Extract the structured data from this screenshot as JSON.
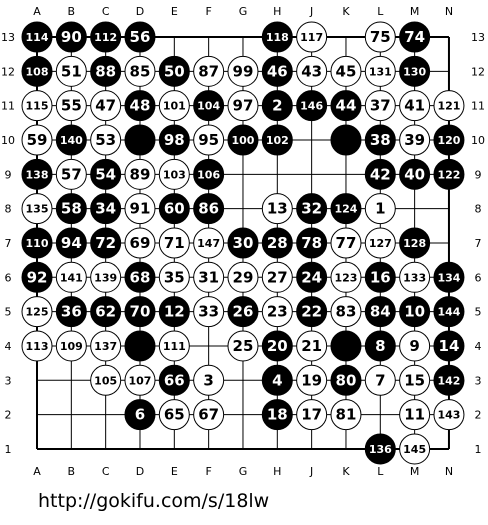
{
  "board": {
    "size": 13,
    "col_labels": [
      "A",
      "B",
      "C",
      "D",
      "E",
      "F",
      "G",
      "H",
      "J",
      "K",
      "L",
      "M",
      "N"
    ],
    "row_labels": [
      "13",
      "12",
      "11",
      "10",
      "9",
      "8",
      "7",
      "6",
      "5",
      "4",
      "3",
      "2",
      "1"
    ],
    "stones": [
      {
        "col": "A",
        "row": 13,
        "color": "black",
        "label": "114"
      },
      {
        "col": "B",
        "row": 13,
        "color": "black",
        "label": "90"
      },
      {
        "col": "C",
        "row": 13,
        "color": "black",
        "label": "112"
      },
      {
        "col": "D",
        "row": 13,
        "color": "black",
        "label": "56"
      },
      {
        "col": "H",
        "row": 13,
        "color": "black",
        "label": "118"
      },
      {
        "col": "J",
        "row": 13,
        "color": "white",
        "label": "117"
      },
      {
        "col": "L",
        "row": 13,
        "color": "white",
        "label": "75"
      },
      {
        "col": "M",
        "row": 13,
        "color": "black",
        "label": "74"
      },
      {
        "col": "A",
        "row": 12,
        "color": "black",
        "label": "108"
      },
      {
        "col": "B",
        "row": 12,
        "color": "white",
        "label": "51"
      },
      {
        "col": "C",
        "row": 12,
        "color": "black",
        "label": "88"
      },
      {
        "col": "D",
        "row": 12,
        "color": "white",
        "label": "85"
      },
      {
        "col": "E",
        "row": 12,
        "color": "black",
        "label": "50"
      },
      {
        "col": "F",
        "row": 12,
        "color": "white",
        "label": "87"
      },
      {
        "col": "G",
        "row": 12,
        "color": "white",
        "label": "99"
      },
      {
        "col": "H",
        "row": 12,
        "color": "black",
        "label": "46"
      },
      {
        "col": "J",
        "row": 12,
        "color": "white",
        "label": "43"
      },
      {
        "col": "K",
        "row": 12,
        "color": "white",
        "label": "45"
      },
      {
        "col": "L",
        "row": 12,
        "color": "white",
        "label": "131"
      },
      {
        "col": "M",
        "row": 12,
        "color": "black",
        "label": "130"
      },
      {
        "col": "A",
        "row": 11,
        "color": "white",
        "label": "115"
      },
      {
        "col": "B",
        "row": 11,
        "color": "white",
        "label": "55"
      },
      {
        "col": "C",
        "row": 11,
        "color": "white",
        "label": "47"
      },
      {
        "col": "D",
        "row": 11,
        "color": "black",
        "label": "48"
      },
      {
        "col": "E",
        "row": 11,
        "color": "white",
        "label": "101"
      },
      {
        "col": "F",
        "row": 11,
        "color": "black",
        "label": "104"
      },
      {
        "col": "G",
        "row": 11,
        "color": "white",
        "label": "97"
      },
      {
        "col": "H",
        "row": 11,
        "color": "black",
        "label": "2"
      },
      {
        "col": "J",
        "row": 11,
        "color": "black",
        "label": "146"
      },
      {
        "col": "K",
        "row": 11,
        "color": "black",
        "label": "44"
      },
      {
        "col": "L",
        "row": 11,
        "color": "white",
        "label": "37"
      },
      {
        "col": "M",
        "row": 11,
        "color": "white",
        "label": "41"
      },
      {
        "col": "N",
        "row": 11,
        "color": "white",
        "label": "121"
      },
      {
        "col": "A",
        "row": 10,
        "color": "white",
        "label": "59"
      },
      {
        "col": "B",
        "row": 10,
        "color": "black",
        "label": "140"
      },
      {
        "col": "C",
        "row": 10,
        "color": "white",
        "label": "53"
      },
      {
        "col": "D",
        "row": 10,
        "color": "black",
        "label": ""
      },
      {
        "col": "E",
        "row": 10,
        "color": "black",
        "label": "98"
      },
      {
        "col": "F",
        "row": 10,
        "color": "white",
        "label": "95"
      },
      {
        "col": "G",
        "row": 10,
        "color": "black",
        "label": "100"
      },
      {
        "col": "H",
        "row": 10,
        "color": "black",
        "label": "102"
      },
      {
        "col": "K",
        "row": 10,
        "color": "black",
        "label": ""
      },
      {
        "col": "L",
        "row": 10,
        "color": "black",
        "label": "38"
      },
      {
        "col": "M",
        "row": 10,
        "color": "white",
        "label": "39"
      },
      {
        "col": "N",
        "row": 10,
        "color": "black",
        "label": "120"
      },
      {
        "col": "A",
        "row": 9,
        "color": "black",
        "label": "138"
      },
      {
        "col": "B",
        "row": 9,
        "color": "white",
        "label": "57"
      },
      {
        "col": "C",
        "row": 9,
        "color": "black",
        "label": "54"
      },
      {
        "col": "D",
        "row": 9,
        "color": "white",
        "label": "89"
      },
      {
        "col": "E",
        "row": 9,
        "color": "white",
        "label": "103"
      },
      {
        "col": "F",
        "row": 9,
        "color": "black",
        "label": "106"
      },
      {
        "col": "L",
        "row": 9,
        "color": "black",
        "label": "42"
      },
      {
        "col": "M",
        "row": 9,
        "color": "black",
        "label": "40"
      },
      {
        "col": "N",
        "row": 9,
        "color": "black",
        "label": "122"
      },
      {
        "col": "A",
        "row": 8,
        "color": "white",
        "label": "135"
      },
      {
        "col": "B",
        "row": 8,
        "color": "black",
        "label": "58"
      },
      {
        "col": "C",
        "row": 8,
        "color": "black",
        "label": "34"
      },
      {
        "col": "D",
        "row": 8,
        "color": "white",
        "label": "91"
      },
      {
        "col": "E",
        "row": 8,
        "color": "black",
        "label": "60"
      },
      {
        "col": "F",
        "row": 8,
        "color": "black",
        "label": "86"
      },
      {
        "col": "H",
        "row": 8,
        "color": "white",
        "label": "13"
      },
      {
        "col": "J",
        "row": 8,
        "color": "black",
        "label": "32"
      },
      {
        "col": "K",
        "row": 8,
        "color": "black",
        "label": "124"
      },
      {
        "col": "L",
        "row": 8,
        "color": "white",
        "label": "1"
      },
      {
        "col": "A",
        "row": 7,
        "color": "black",
        "label": "110"
      },
      {
        "col": "B",
        "row": 7,
        "color": "black",
        "label": "94"
      },
      {
        "col": "C",
        "row": 7,
        "color": "black",
        "label": "72"
      },
      {
        "col": "D",
        "row": 7,
        "color": "white",
        "label": "69"
      },
      {
        "col": "E",
        "row": 7,
        "color": "white",
        "label": "71"
      },
      {
        "col": "F",
        "row": 7,
        "color": "white",
        "label": "147"
      },
      {
        "col": "G",
        "row": 7,
        "color": "black",
        "label": "30"
      },
      {
        "col": "H",
        "row": 7,
        "color": "black",
        "label": "28"
      },
      {
        "col": "J",
        "row": 7,
        "color": "black",
        "label": "78"
      },
      {
        "col": "K",
        "row": 7,
        "color": "white",
        "label": "77"
      },
      {
        "col": "L",
        "row": 7,
        "color": "white",
        "label": "127"
      },
      {
        "col": "M",
        "row": 7,
        "color": "black",
        "label": "128"
      },
      {
        "col": "A",
        "row": 6,
        "color": "black",
        "label": "92"
      },
      {
        "col": "B",
        "row": 6,
        "color": "white",
        "label": "141"
      },
      {
        "col": "C",
        "row": 6,
        "color": "white",
        "label": "139"
      },
      {
        "col": "D",
        "row": 6,
        "color": "black",
        "label": "68"
      },
      {
        "col": "E",
        "row": 6,
        "color": "white",
        "label": "35"
      },
      {
        "col": "F",
        "row": 6,
        "color": "white",
        "label": "31"
      },
      {
        "col": "G",
        "row": 6,
        "color": "white",
        "label": "29"
      },
      {
        "col": "H",
        "row": 6,
        "color": "white",
        "label": "27"
      },
      {
        "col": "J",
        "row": 6,
        "color": "black",
        "label": "24"
      },
      {
        "col": "K",
        "row": 6,
        "color": "white",
        "label": "123"
      },
      {
        "col": "L",
        "row": 6,
        "color": "black",
        "label": "16"
      },
      {
        "col": "M",
        "row": 6,
        "color": "white",
        "label": "133"
      },
      {
        "col": "N",
        "row": 6,
        "color": "black",
        "label": "134"
      },
      {
        "col": "A",
        "row": 5,
        "color": "white",
        "label": "125"
      },
      {
        "col": "B",
        "row": 5,
        "color": "black",
        "label": "36"
      },
      {
        "col": "C",
        "row": 5,
        "color": "black",
        "label": "62"
      },
      {
        "col": "D",
        "row": 5,
        "color": "black",
        "label": "70"
      },
      {
        "col": "E",
        "row": 5,
        "color": "black",
        "label": "12"
      },
      {
        "col": "F",
        "row": 5,
        "color": "white",
        "label": "33"
      },
      {
        "col": "G",
        "row": 5,
        "color": "black",
        "label": "26"
      },
      {
        "col": "H",
        "row": 5,
        "color": "white",
        "label": "23"
      },
      {
        "col": "J",
        "row": 5,
        "color": "black",
        "label": "22"
      },
      {
        "col": "K",
        "row": 5,
        "color": "white",
        "label": "83"
      },
      {
        "col": "L",
        "row": 5,
        "color": "black",
        "label": "84"
      },
      {
        "col": "M",
        "row": 5,
        "color": "black",
        "label": "10"
      },
      {
        "col": "N",
        "row": 5,
        "color": "black",
        "label": "144"
      },
      {
        "col": "A",
        "row": 4,
        "color": "white",
        "label": "113"
      },
      {
        "col": "B",
        "row": 4,
        "color": "white",
        "label": "109"
      },
      {
        "col": "C",
        "row": 4,
        "color": "white",
        "label": "137"
      },
      {
        "col": "D",
        "row": 4,
        "color": "black",
        "label": ""
      },
      {
        "col": "E",
        "row": 4,
        "color": "white",
        "label": "111"
      },
      {
        "col": "G",
        "row": 4,
        "color": "white",
        "label": "25"
      },
      {
        "col": "H",
        "row": 4,
        "color": "black",
        "label": "20"
      },
      {
        "col": "J",
        "row": 4,
        "color": "white",
        "label": "21"
      },
      {
        "col": "K",
        "row": 4,
        "color": "black",
        "label": ""
      },
      {
        "col": "L",
        "row": 4,
        "color": "black",
        "label": "8"
      },
      {
        "col": "M",
        "row": 4,
        "color": "white",
        "label": "9"
      },
      {
        "col": "N",
        "row": 4,
        "color": "black",
        "label": "14"
      },
      {
        "col": "C",
        "row": 3,
        "color": "white",
        "label": "105"
      },
      {
        "col": "D",
        "row": 3,
        "color": "white",
        "label": "107"
      },
      {
        "col": "E",
        "row": 3,
        "color": "black",
        "label": "66"
      },
      {
        "col": "F",
        "row": 3,
        "color": "white",
        "label": "3"
      },
      {
        "col": "H",
        "row": 3,
        "color": "black",
        "label": "4"
      },
      {
        "col": "J",
        "row": 3,
        "color": "white",
        "label": "19"
      },
      {
        "col": "K",
        "row": 3,
        "color": "black",
        "label": "80"
      },
      {
        "col": "L",
        "row": 3,
        "color": "white",
        "label": "7"
      },
      {
        "col": "M",
        "row": 3,
        "color": "white",
        "label": "15"
      },
      {
        "col": "N",
        "row": 3,
        "color": "black",
        "label": "142"
      },
      {
        "col": "D",
        "row": 2,
        "color": "black",
        "label": "6"
      },
      {
        "col": "E",
        "row": 2,
        "color": "white",
        "label": "65"
      },
      {
        "col": "F",
        "row": 2,
        "color": "white",
        "label": "67"
      },
      {
        "col": "H",
        "row": 2,
        "color": "black",
        "label": "18"
      },
      {
        "col": "J",
        "row": 2,
        "color": "white",
        "label": "17"
      },
      {
        "col": "K",
        "row": 2,
        "color": "white",
        "label": "81"
      },
      {
        "col": "M",
        "row": 2,
        "color": "white",
        "label": "11"
      },
      {
        "col": "N",
        "row": 2,
        "color": "white",
        "label": "143"
      },
      {
        "col": "L",
        "row": 1,
        "color": "black",
        "label": "136"
      },
      {
        "col": "M",
        "row": 1,
        "color": "white",
        "label": "145"
      }
    ]
  },
  "footer": {
    "url": "http://gokifu.com/s/18lw"
  },
  "colors": {
    "black_stone": "#000000",
    "white_stone": "#ffffff",
    "grid_line": "#000000",
    "background": "#ffffff"
  }
}
